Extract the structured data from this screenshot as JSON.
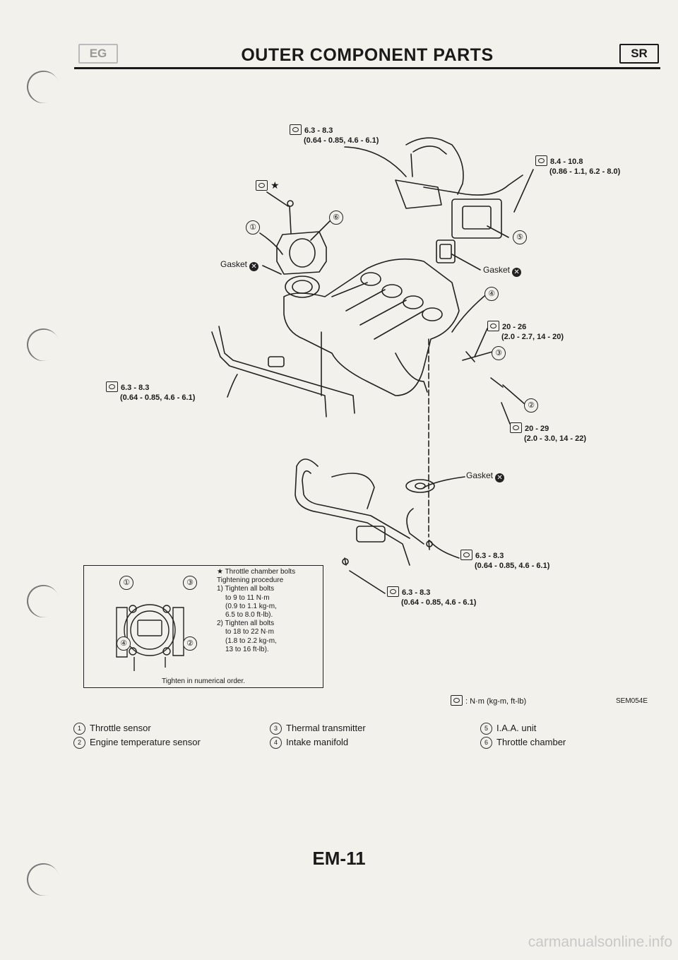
{
  "header": {
    "left_tag": "EG",
    "title": "OUTER COMPONENT PARTS",
    "right_tag": "SR"
  },
  "torques": [
    {
      "id": "t1",
      "value": "6.3 - 8.3",
      "sub": "(0.64 - 0.85, 4.6 - 6.1)"
    },
    {
      "id": "t2",
      "value": "8.4 - 10.8",
      "sub": "(0.86 - 1.1, 6.2 - 8.0)"
    },
    {
      "id": "t3",
      "value": "20 - 26",
      "sub": "(2.0 - 2.7, 14 - 20)"
    },
    {
      "id": "t4",
      "value": "6.3 - 8.3",
      "sub": "(0.64 - 0.85, 4.6 - 6.1)"
    },
    {
      "id": "t5",
      "value": "20 - 29",
      "sub": "(2.0 - 3.0, 14 - 22)"
    },
    {
      "id": "t6",
      "value": "6.3 - 8.3",
      "sub": "(0.64 - 0.85, 4.6 - 6.1)"
    },
    {
      "id": "t7",
      "value": "6.3 - 8.3",
      "sub": "(0.64 - 0.85, 4.6 - 6.1)"
    }
  ],
  "star_mark": "★",
  "gasket_label": "Gasket",
  "callouts": [
    "①",
    "②",
    "③",
    "④",
    "⑤",
    "⑥"
  ],
  "inset": {
    "heading": "Throttle chamber bolts",
    "lines": [
      "Tightening procedure",
      "1) Tighten all bolts",
      "to 9 to 11 N·m",
      "(0.9 to 1.1 kg-m,",
      "6.5 to 8.0 ft-lb).",
      "2) Tighten all bolts",
      "to 18 to 22 N·m",
      "(1.8 to 2.2 kg-m,",
      "13 to 16 ft-lb)."
    ],
    "order_note": "Tighten in numerical order."
  },
  "unit_legend": ": N·m (kg-m, ft-lb)",
  "figure_code": "SEM054E",
  "legend": [
    {
      "num": "1",
      "label": "Throttle sensor"
    },
    {
      "num": "2",
      "label": "Engine temperature sensor"
    },
    {
      "num": "3",
      "label": "Thermal transmitter"
    },
    {
      "num": "4",
      "label": "Intake manifold"
    },
    {
      "num": "5",
      "label": "I.A.A. unit"
    },
    {
      "num": "6",
      "label": "Throttle chamber"
    }
  ],
  "page_number": "EM-11",
  "watermark": "carmanualsonline.info",
  "colors": {
    "ink": "#1a1a1a",
    "paper": "#f3f1ec"
  }
}
